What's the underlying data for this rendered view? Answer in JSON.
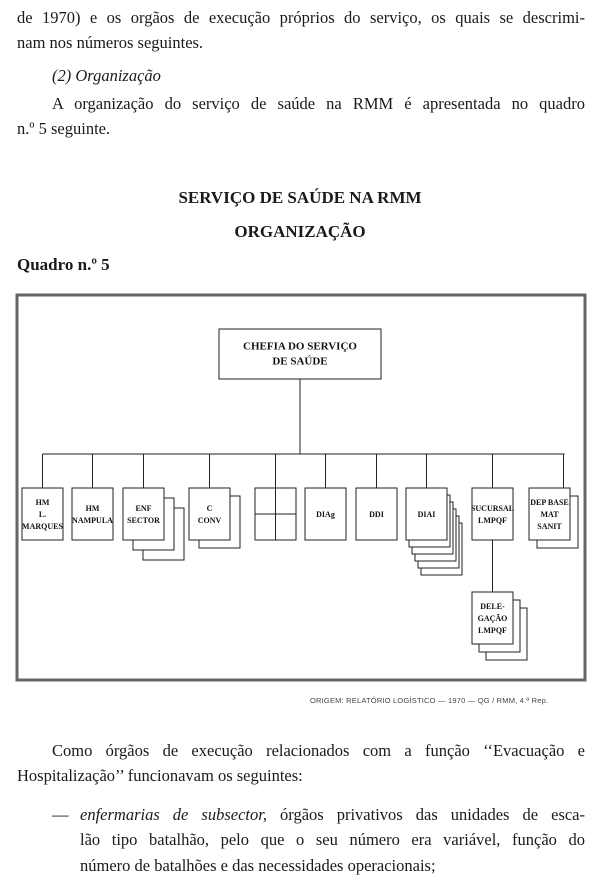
{
  "intro": {
    "line1": "de 1970) e os orgãos de execução próprios do serviço, os quais se descrimi-",
    "line2": "nam nos números seguintes.",
    "section_heading": "(2) Organização",
    "para_line1": "A organização do serviço de saúde na RMM é apresentada no quadro",
    "para_line2": "n.º 5 seguinte."
  },
  "figure": {
    "title1": "SERVIÇO DE SAÚDE NA RMM",
    "title2": "ORGANIZAÇÃO",
    "label": "Quadro n.º 5",
    "top_box": [
      "CHEFIA DO SERVIÇO",
      "DE SAÚDE"
    ],
    "units": [
      {
        "lines": [
          "HM",
          "L.",
          "MARQUES"
        ]
      },
      {
        "lines": [
          "HM",
          "NAMPULA"
        ]
      },
      {
        "lines": [
          "ENF",
          "SECTOR"
        ]
      },
      {
        "lines": [
          "C",
          "CONV"
        ]
      },
      {
        "lines": []
      },
      {
        "lines": [
          "DIAg"
        ]
      },
      {
        "lines": [
          "DDI"
        ]
      },
      {
        "lines": [
          "DIAI"
        ]
      },
      {
        "lines": [
          "SUCURSAL",
          "LMPQF"
        ]
      },
      {
        "lines": [
          "DEP BASE",
          "MAT",
          "SANIT"
        ]
      }
    ],
    "sub_unit": [
      "DELE-",
      "GAÇÃO",
      "LMPQF"
    ],
    "source": "ORIGEM: RELATÓRIO LOGÍSTICO — 1970 — QG / RMM, 4.ª Rep."
  },
  "body": {
    "para_line1": "Como órgãos de execução relacionados com a função ‘‘Evacuação e",
    "para_line2": "Hospitalização’’ funcionavam os seguintes:",
    "item_dash": "—",
    "item_em": "enfermarias de subsector,",
    "item_line1_rest": " órgãos privativos das unidades de esca-",
    "item_line2": "lão tipo batalhão, pelo que o seu número era variável, função do",
    "item_line3": "número de batalhões e das necessidades operacionais;"
  }
}
